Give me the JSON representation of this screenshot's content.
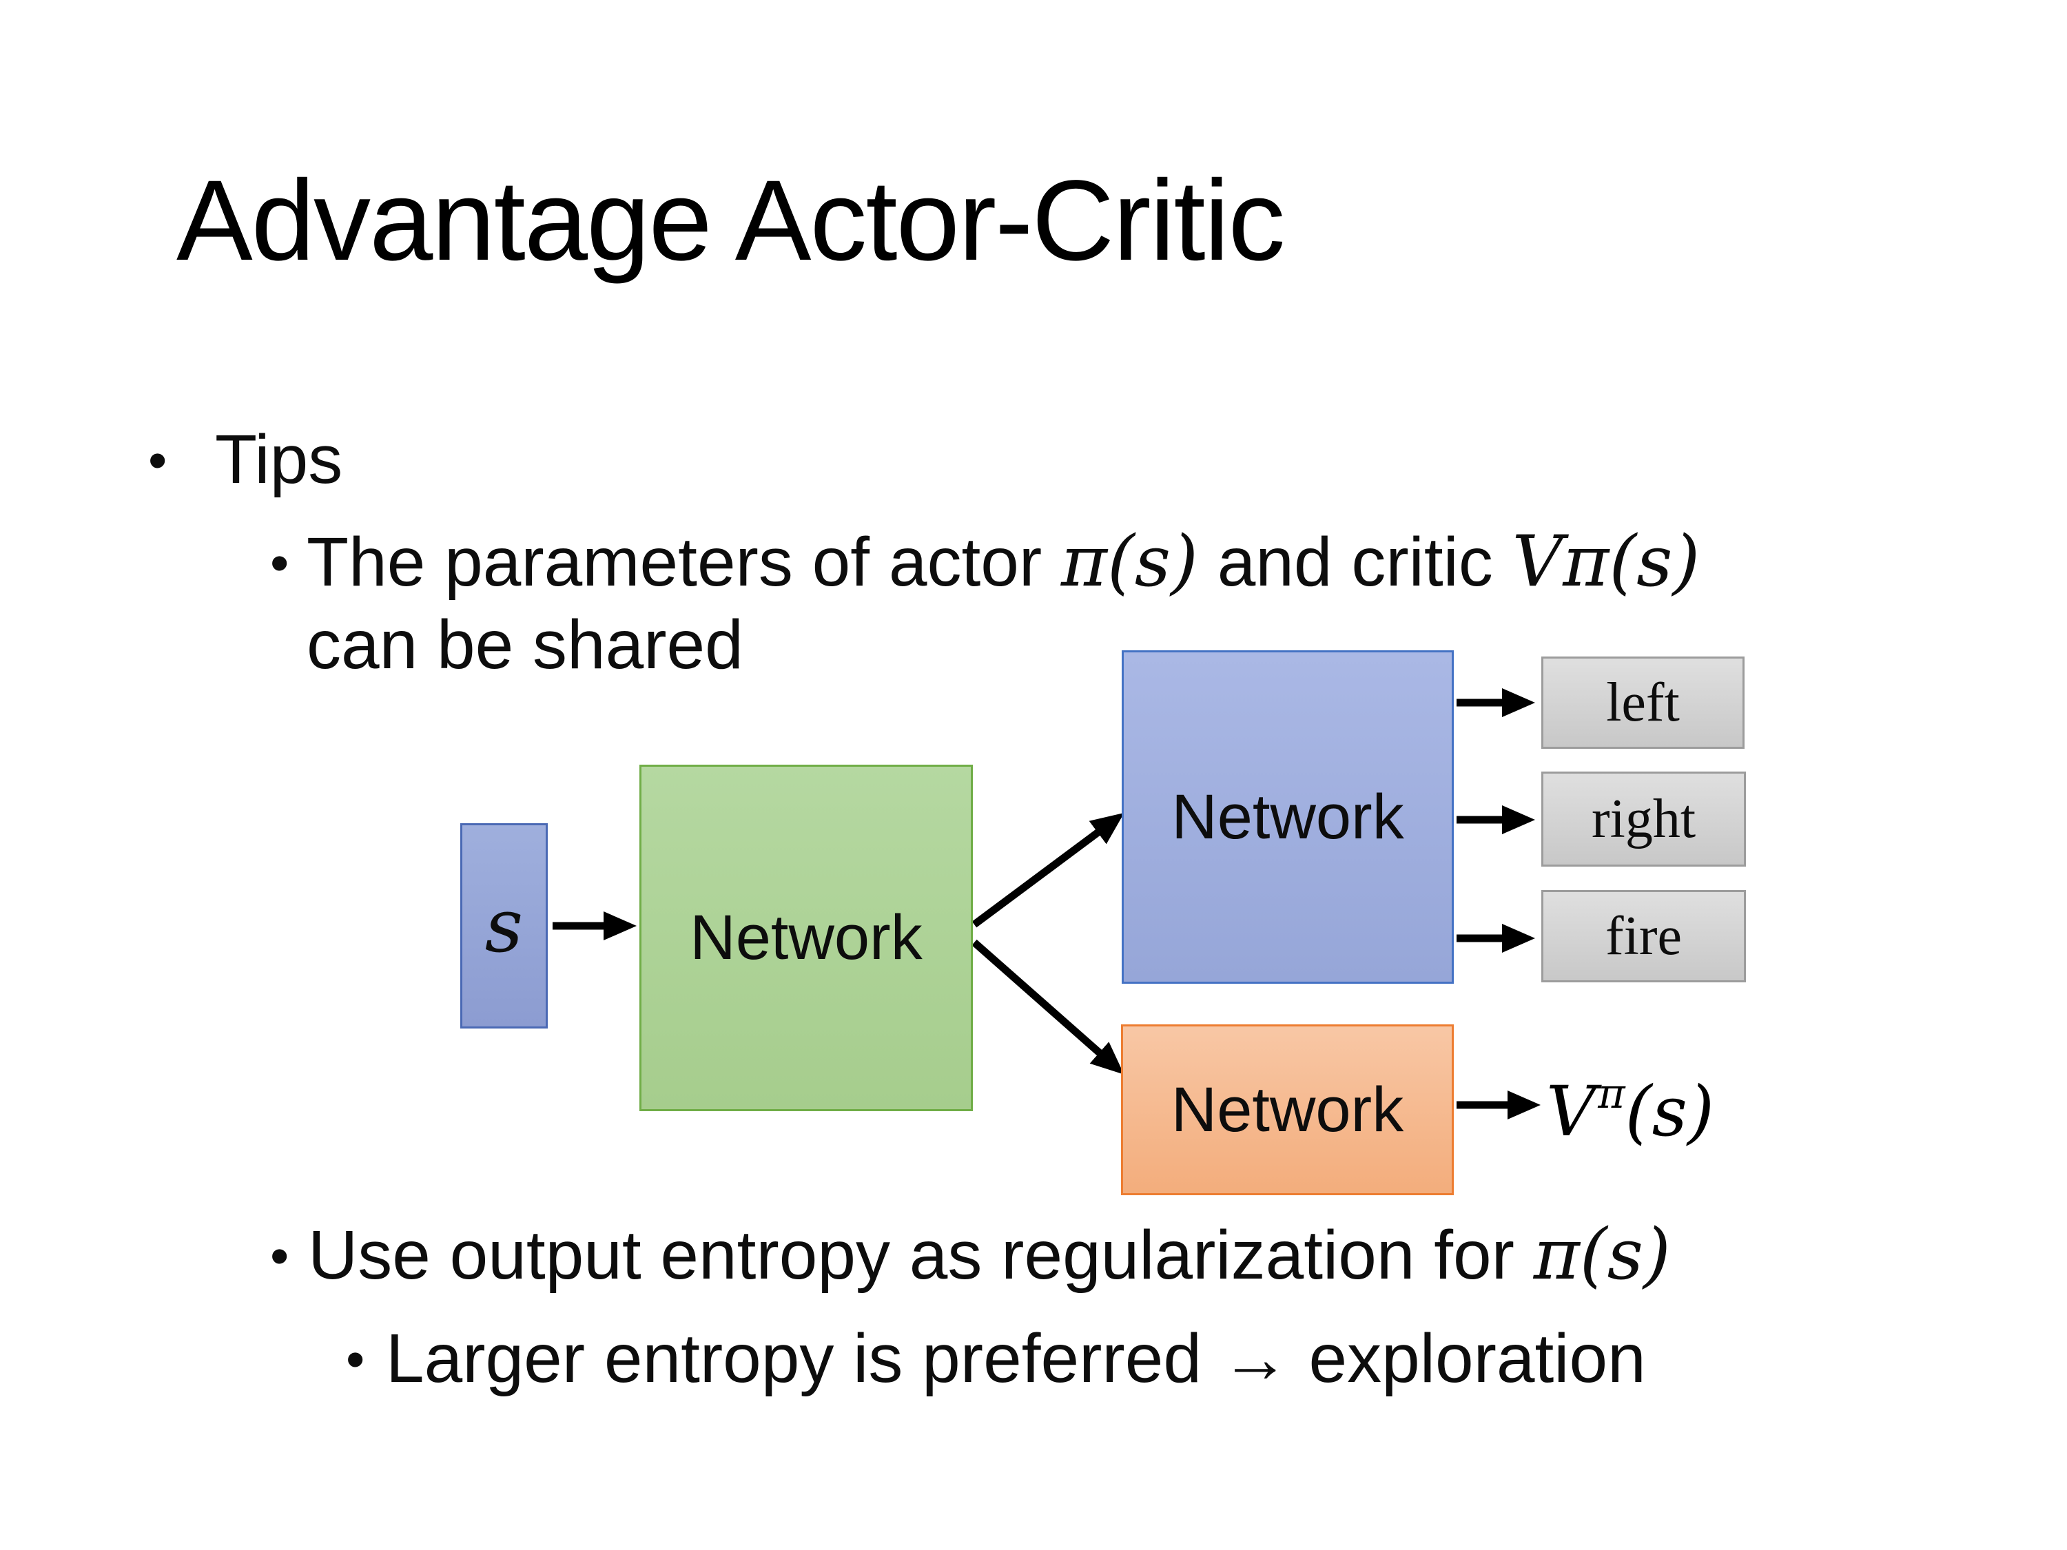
{
  "slide": {
    "title": "Advantage Actor-Critic",
    "bullet_char": "•",
    "bullets": {
      "tips": "Tips",
      "b1_text1": "The parameters of actor ",
      "b1_math_pi": "π(s)",
      "b1_text2": "  and critic ",
      "b1_v_base": "V",
      "b1_v_sup": "π",
      "b1_v_args": "(s)",
      "b1_line2": "can be shared",
      "b2_text1": "Use output entropy as regularization for ",
      "b2_math_pi": "π(s)",
      "b3_text": "Larger entropy is preferred → exploration"
    },
    "text_color": "#0d0d0d"
  },
  "diagram": {
    "state_label": "s",
    "shared_network": {
      "label": "Network",
      "fill": "#a9d18e",
      "border": "#70ad47"
    },
    "actor_network": {
      "label": "Network",
      "fill": "#8faadc",
      "border": "#4472c4"
    },
    "critic_network": {
      "label": "Network",
      "fill": "#f4b183",
      "border": "#ed7d31"
    },
    "state_box_fill": "#95a5d6",
    "state_box_border": "#4a69b4",
    "action_box_fill": "#d6d6d6",
    "action_box_border": "#9c9c9c",
    "arrow_color": "#000000",
    "actions": [
      {
        "label": "left"
      },
      {
        "label": "right"
      },
      {
        "label": "fire"
      }
    ],
    "critic_output": {
      "base": "V",
      "sup": "π",
      "args": "(s)"
    }
  }
}
